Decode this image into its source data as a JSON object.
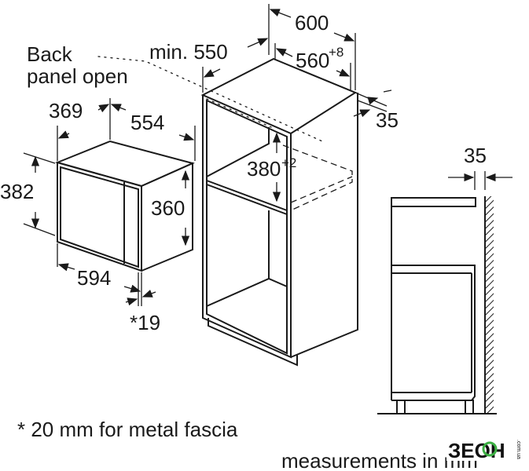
{
  "labels": {
    "back_panel_line1": "Back",
    "back_panel_line2": "panel open",
    "min_550": "min. 550",
    "w600": "600",
    "w560": "560",
    "w560_tol": "+8",
    "d35_top": "35",
    "h380": "380",
    "h380_tol": "+2",
    "d369": "369",
    "w554": "554",
    "h382": "382",
    "h360": "360",
    "w594": "594",
    "note19": "*19",
    "side_35": "35",
    "footnote": "* 20 mm for metal fascia",
    "units": "measurements in mm"
  },
  "watermark": {
    "text": "ЗЕОН",
    "side": ".com.ua"
  }
}
